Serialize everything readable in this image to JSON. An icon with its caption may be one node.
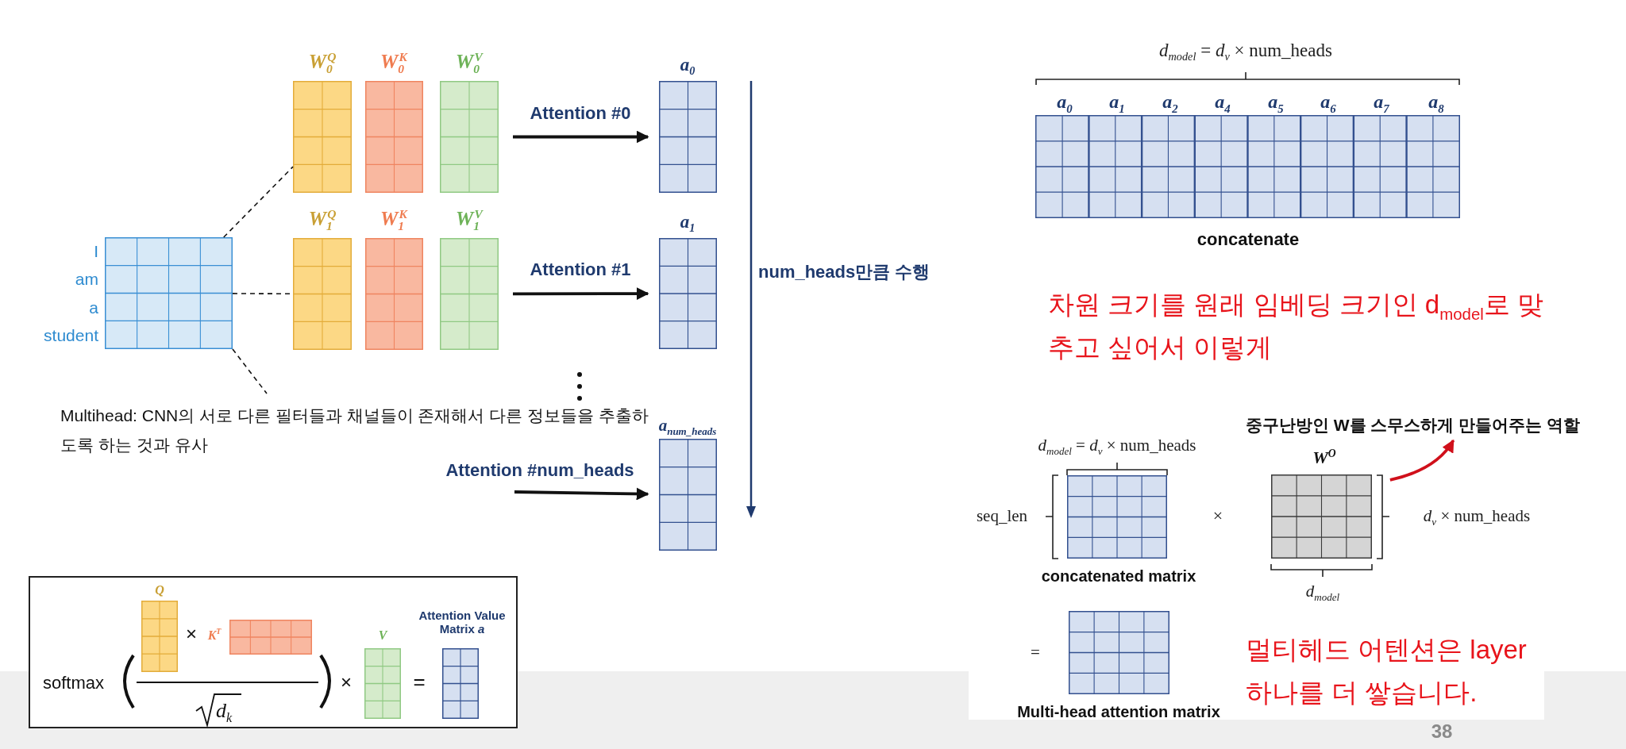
{
  "diagram": {
    "nodes": [
      {
        "text": [],
        "shape": "box",
        "beside": [
          "I",
          "am",
          "a",
          "student"
        ]
      },
      {
        "text": [
          "W$_{0}$$^{Q}$"
        ]
      },
      {
        "text": [
          "W$_{0}$$^{K}$"
        ]
      },
      {
        "text": [
          "W$_{0}$$^{V}$"
        ]
      },
      {
        "text": [
          "W$_{1}$$^{Q}$"
        ]
      },
      {
        "text": [
          "W$_{1}$$^{K}$"
        ]
      },
      {
        "text": [
          "W$_{1}$$^{V}$"
        ]
      },
      {
        "text": [
          "a$_{0}$"
        ]
      },
      {
        "text": [
          "a$_{1}$"
        ]
      },
      {
        "text": [
          "a$_{num_heads}$"
        ]
      },
      {
        "text": [
          "softmax"
        ]
      },
      {
        "text": [
          "Q"
        ],
        "in": 10
      },
      {
        "text": [
          "K$^{T}$"
        ],
        "in": 10
      },
      {
        "text": [
          "V"
        ],
        "in": 10
      },
      {
        "text": [
          "Attention Value Matrix *a*"
        ],
        "in": 10
      },
      {
        "text": [],
        "shape": "box",
        "beside": [
          "a$_{0}$",
          "a$_{1}$",
          "a$_{2}$",
          "a$_{4}$",
          "a$_{5}$",
          "a$_{6}$",
          "a$_{7}$",
          "a$_{8}$",
          "concatenate"
        ]
      },
      {
        "text": [],
        "shape": "box",
        "beside": [
          "concatenated matrix"
        ]
      },
      {
        "text": [
          "W$^{O}$"
        ]
      },
      {
        "text": [],
        "shape": "box",
        "beside": [
          "Multi-head attention matrix"
        ]
      },
      {
        "text": [
          "중구난방인 W를 스무스하게 만들어주는 역할"
        ]
      }
    ],
    "edges": [
      {
        "from": 0,
        "to": 1,
        "arrow": "none",
        "style": "dashed"
      },
      {
        "from": 0,
        "to": 4,
        "arrow": "none",
        "style": "dashed"
      },
      {
        "from": 0,
        "to": null,
        "arrow": "none",
        "style": "dashed"
      },
      {
        "from": 3,
        "to": 7,
        "arrow": "to",
        "label": "Attention #0"
      },
      {
        "from": 6,
        "to": 8,
        "arrow": "to",
        "label": "Attention #1"
      },
      {
        "from": null,
        "to": 9,
        "arrow": "to",
        "label": "Attention #num_heads"
      },
      {
        "from": 17,
        "to": 19,
        "arrow": "to",
        "color": "#d0101b"
      }
    ],
    "labels": [
      "num_heads만큼 수행",
      "Multihead: CNN의 서로 다른 필터들과 채널들이 존재해서 다른 정보들을 추출하도록 하는 것과 유사",
      "×",
      "d$_{k}$",
      "×",
      "=",
      "*d*$_{model}$ = *d*$_{v}$ × num_heads",
      "차원 크기를 원래 임베딩 크기인 d$_{model}$로 맞추고 싶어서 이렇게",
      "*d*$_{model}$ = *d*$_{v}$ × num_heads",
      "seq_len",
      "×",
      "*d*$_{v}$ × num_heads",
      "*d*$_{model}$",
      "=",
      "멀티헤드 어텐션은 layer 하나를 더 쌓습니다.",
      "38"
    ]
  }
}
